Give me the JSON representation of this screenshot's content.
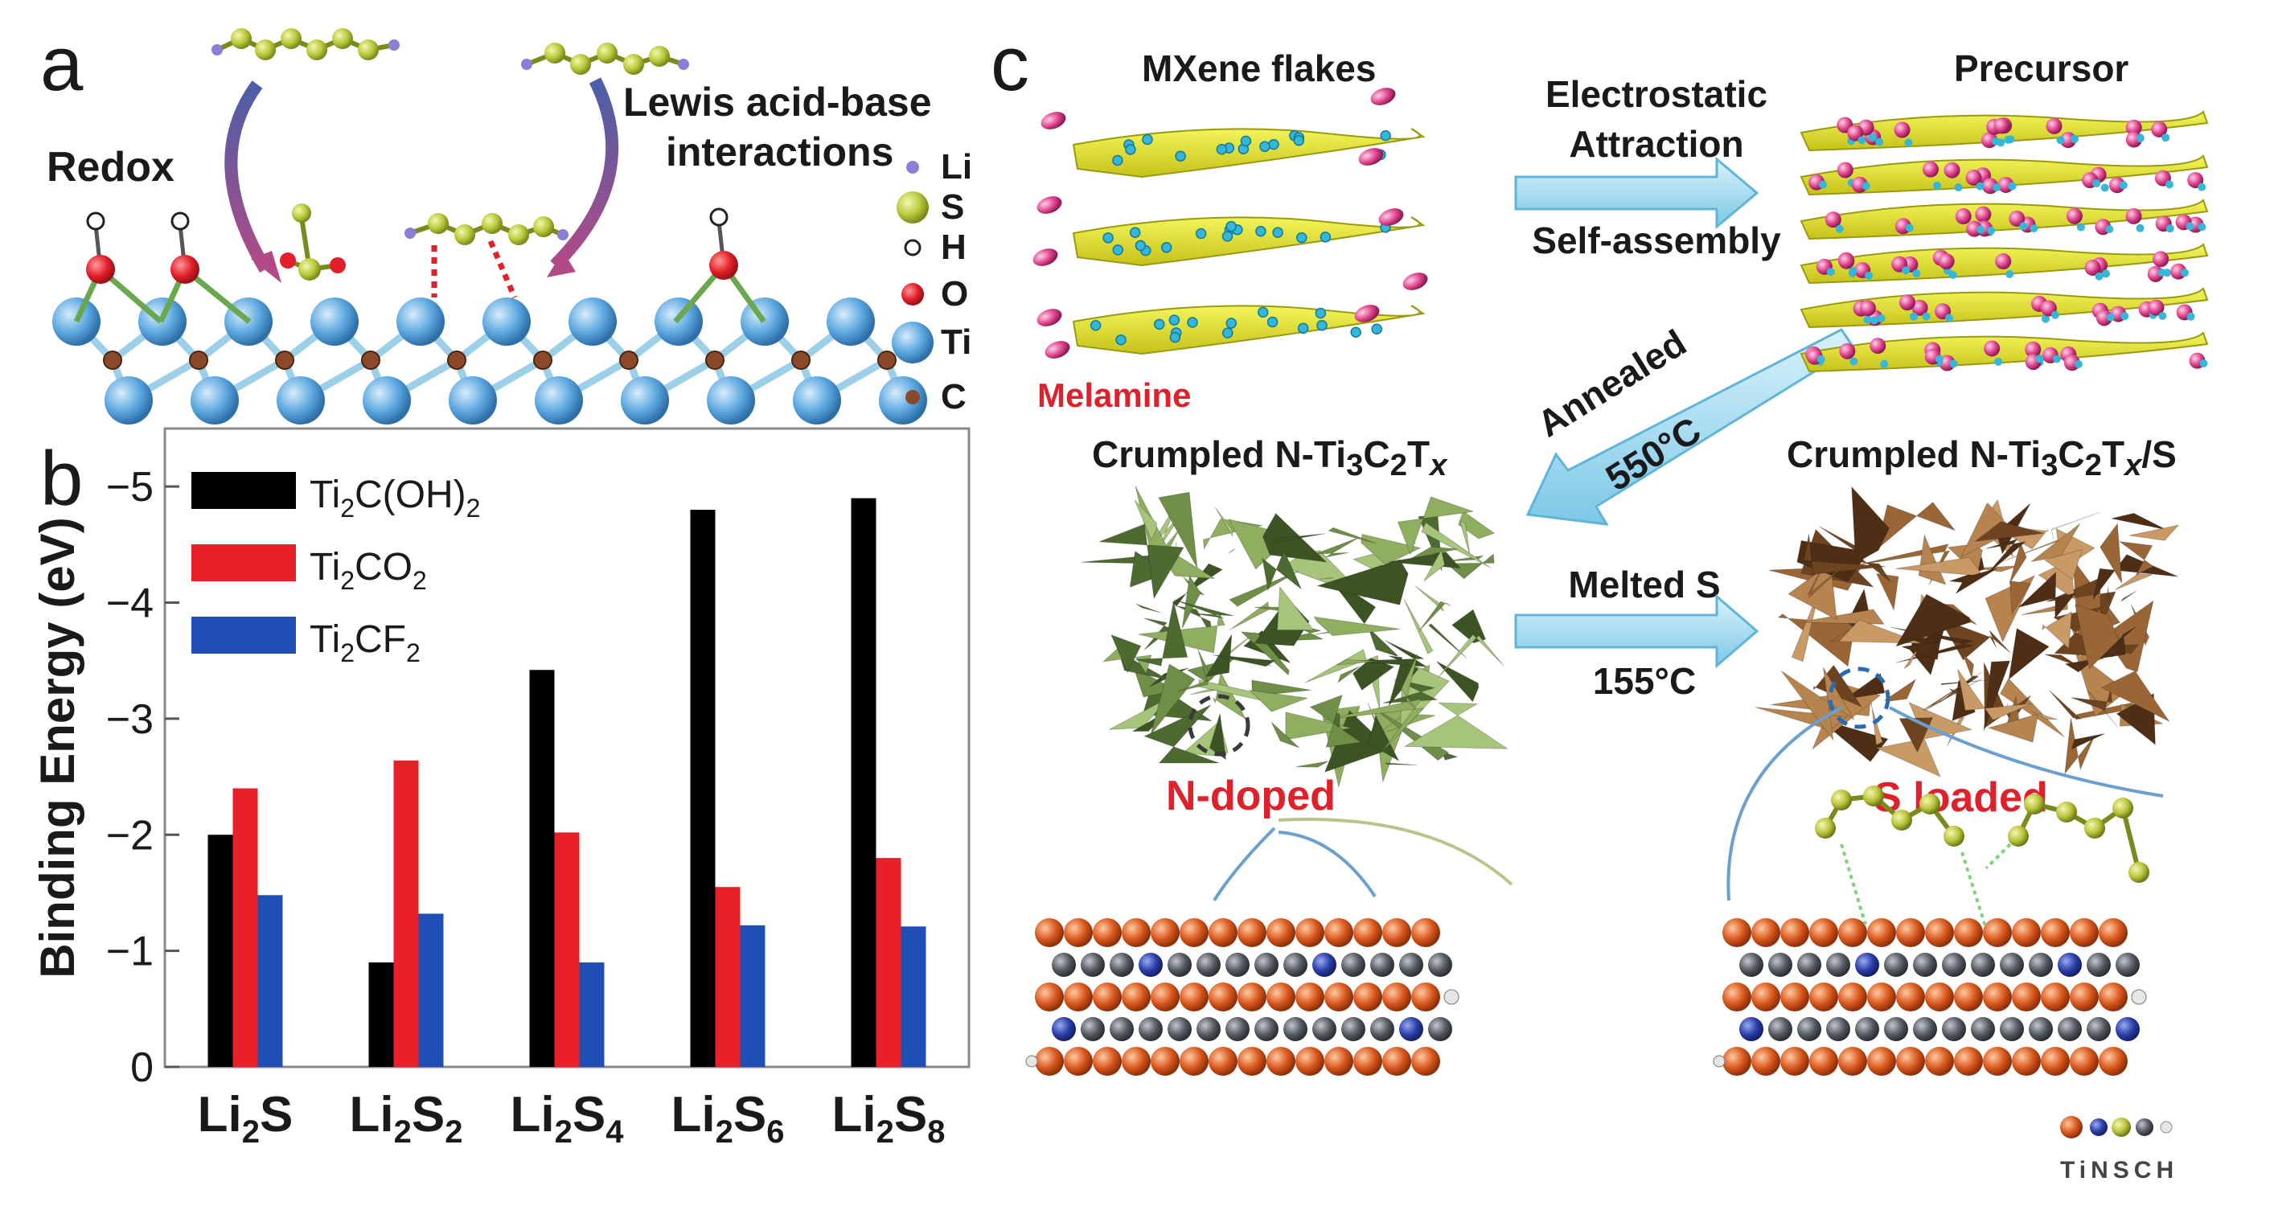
{
  "panel_a": {
    "letter": "a",
    "redox_label": "Redox",
    "lewis_label_line1": "Lewis acid-base",
    "lewis_label_line2": "interactions",
    "legend": [
      {
        "symbol": "Li",
        "color": "#8a7fd6"
      },
      {
        "symbol": "S",
        "color": "#d8e23a"
      },
      {
        "symbol": "H",
        "color": "#ffffff"
      },
      {
        "symbol": "O",
        "color": "#e3202a"
      },
      {
        "symbol": "Ti",
        "color": "#5ca8e0"
      },
      {
        "symbol": "C",
        "color": "#8a4a2a"
      }
    ]
  },
  "panel_b": {
    "letter": "b",
    "legend_entries": [
      {
        "pre": "Ti",
        "sub1": "2",
        "mid": "C(OH)",
        "sub2": "2",
        "color": "#000000"
      },
      {
        "pre": "Ti",
        "sub1": "2",
        "mid": "CO",
        "sub2": "2",
        "color": "#e8202a"
      },
      {
        "pre": "Ti",
        "sub1": "2",
        "mid": "CF",
        "sub2": "2",
        "color": "#1f4fb5"
      }
    ],
    "categories": [
      {
        "pre": "Li",
        "sub1": "2",
        "mid": "S",
        "sub2": ""
      },
      {
        "pre": "Li",
        "sub1": "2",
        "mid": "S",
        "sub2": "2"
      },
      {
        "pre": "Li",
        "sub1": "2",
        "mid": "S",
        "sub2": "4"
      },
      {
        "pre": "Li",
        "sub1": "2",
        "mid": "S",
        "sub2": "6"
      },
      {
        "pre": "Li",
        "sub1": "2",
        "mid": "S",
        "sub2": "8"
      }
    ],
    "y_ticks": [
      "0",
      "−1",
      "−2",
      "−3",
      "−4",
      "−5"
    ]
  },
  "chart_data": {
    "type": "bar",
    "categories": [
      "Li2S",
      "Li2S2",
      "Li2S4",
      "Li2S6",
      "Li2S8"
    ],
    "series": [
      {
        "name": "Ti2C(OH)2",
        "values": [
          -2.0,
          -0.9,
          -3.42,
          -4.8,
          -4.9
        ],
        "color": "#000000"
      },
      {
        "name": "Ti2CO2",
        "values": [
          -2.4,
          -2.64,
          -2.02,
          -1.55,
          -1.8
        ],
        "color": "#e8202a"
      },
      {
        "name": "Ti2CF2",
        "values": [
          -1.48,
          -1.32,
          -0.9,
          -1.22,
          -1.21
        ],
        "color": "#1f4fb5"
      }
    ],
    "ylabel": "Binding Energy (eV)",
    "ylim": [
      0,
      -5.5
    ],
    "grid": false,
    "legend_position": "top-left"
  },
  "panel_c": {
    "letter": "c",
    "mxene_label": "MXene flakes",
    "precursor_label": "Precursor",
    "melamine_label": "Melamine",
    "electrostatic_line1": "Electrostatic",
    "electrostatic_line2": "Attraction",
    "self_assembly": "Self-assembly",
    "annealed": "Annealed",
    "temp_550": "550°C",
    "crumpled_left": {
      "pre": "Crumpled N-Ti",
      "s1": "3",
      "mid": "C",
      "s2": "2",
      "t": "T",
      "x": "x",
      "post": ""
    },
    "crumpled_right": {
      "pre": "Crumpled N-Ti",
      "s1": "3",
      "mid": "C",
      "s2": "2",
      "t": "T",
      "x": "x",
      "post": "/S"
    },
    "melted_s": "Melted  S",
    "temp_155": "155°C",
    "n_doped": "N-doped",
    "s_loaded": "S loaded",
    "atom_legend": "TiNSCH",
    "atom_legend_colors": [
      "#d9581e",
      "#2b3fa8",
      "#b9c43a",
      "#555b62",
      "#e6e6e6"
    ]
  }
}
